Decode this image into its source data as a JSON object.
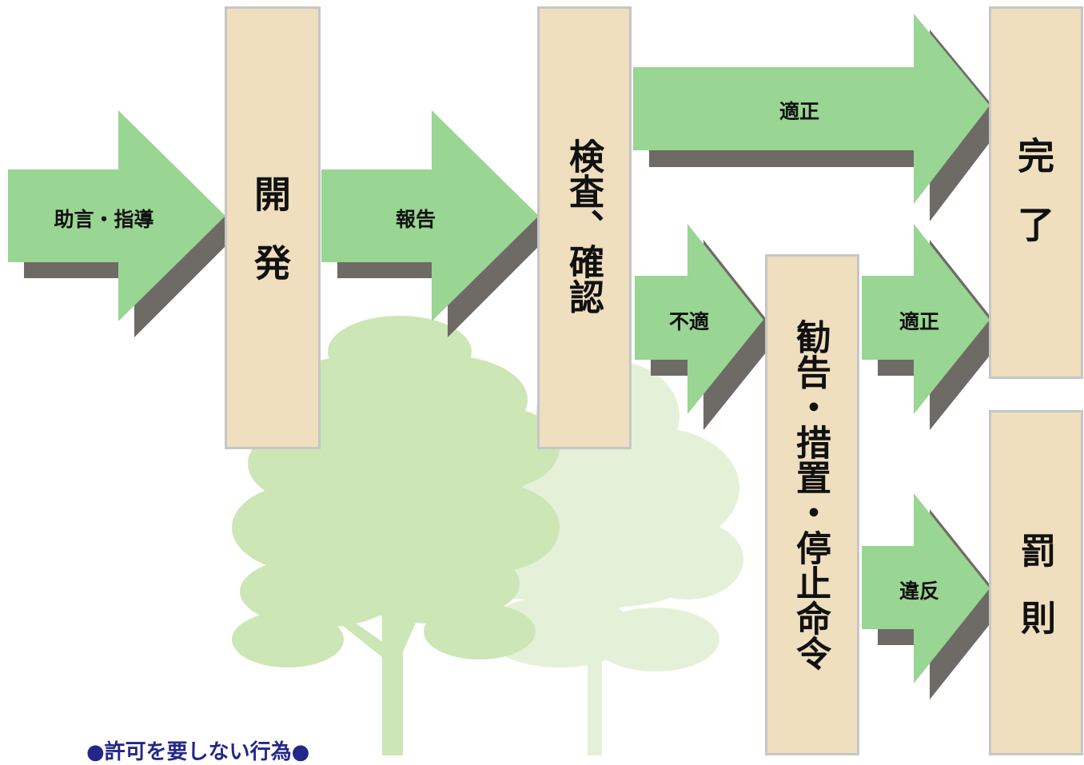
{
  "colors": {
    "arrow_fill": "#99d593",
    "arrow_shadow": "#6e6b66",
    "box_fill": "#efdfbe",
    "box_border": "#c6c6c6",
    "tree_dark": "#cbe6b5",
    "tree_light": "#e2f0d6",
    "caption": "#24268a"
  },
  "arrows": {
    "advice": "助言・指導",
    "report": "報告",
    "proper_top": "適正",
    "improper": "不適",
    "proper_mid": "適正",
    "violation": "違反"
  },
  "boxes": {
    "development": "開発",
    "inspection": "検査、確認",
    "completion": "完了",
    "recommendation": "勧告・措置・停止命令",
    "penalty": "罰則"
  },
  "footer": {
    "caption": "●許可を要しない行為●"
  },
  "background": {
    "icon": "tree-silhouette"
  }
}
